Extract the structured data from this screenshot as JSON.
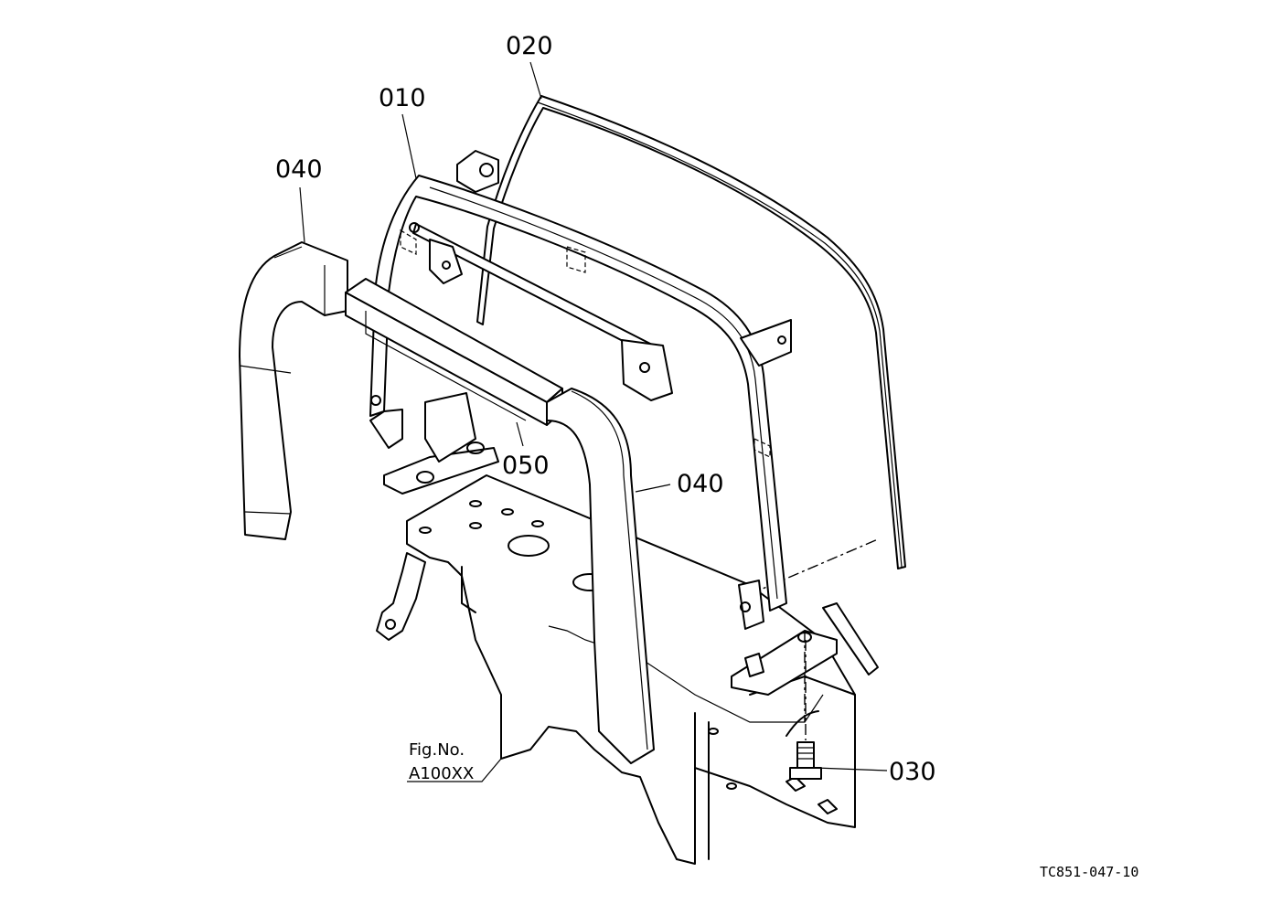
{
  "callouts": {
    "c010": "010",
    "c020": "020",
    "c030": "030",
    "c040_left": "040",
    "c040_right": "040",
    "c050": "050"
  },
  "figure_ref": {
    "line1": "Fig.No.",
    "line2": "A100XX"
  },
  "drawing_code": "TC851-047-10"
}
